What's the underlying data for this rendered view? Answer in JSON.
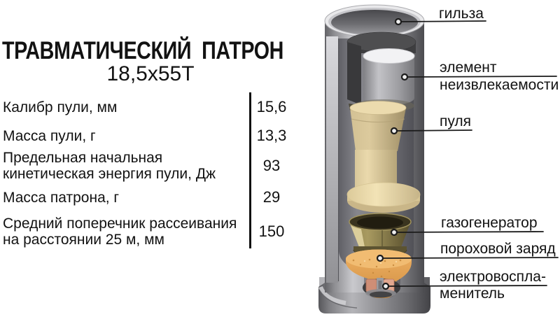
{
  "title": "ТРАВМАТИЧЕСКИЙ  ПАТРОН",
  "subtitle": "18,5х55Т",
  "specs": [
    {
      "label": "Калибр пули, мм",
      "value": "15,6"
    },
    {
      "label": "Масса пули, г",
      "value": "13,3"
    },
    {
      "label": "Предельная начальная\nкинетическая энергия пули, Дж",
      "value": "93"
    },
    {
      "label": "Масса патрона, г",
      "value": "29"
    },
    {
      "label": "Средний поперечник рассеивания\nна расстоянии 25 м, мм",
      "value": "150"
    }
  ],
  "callouts": [
    {
      "label": "гильза"
    },
    {
      "label": "элемент\nнеизвлекаемости"
    },
    {
      "label": "пуля"
    },
    {
      "label": "газогенератор"
    },
    {
      "label": "пороховой заряд"
    },
    {
      "label": "электровоспла-\nменитель"
    }
  ],
  "colors": {
    "case_gray": "#9a9a9e",
    "bullet_tan": "#ddcb9d",
    "gas_generator_olive": "#8d8050",
    "powder_orange": "#e4a257",
    "igniter_copper": "#d99a82",
    "text": "#121212"
  }
}
